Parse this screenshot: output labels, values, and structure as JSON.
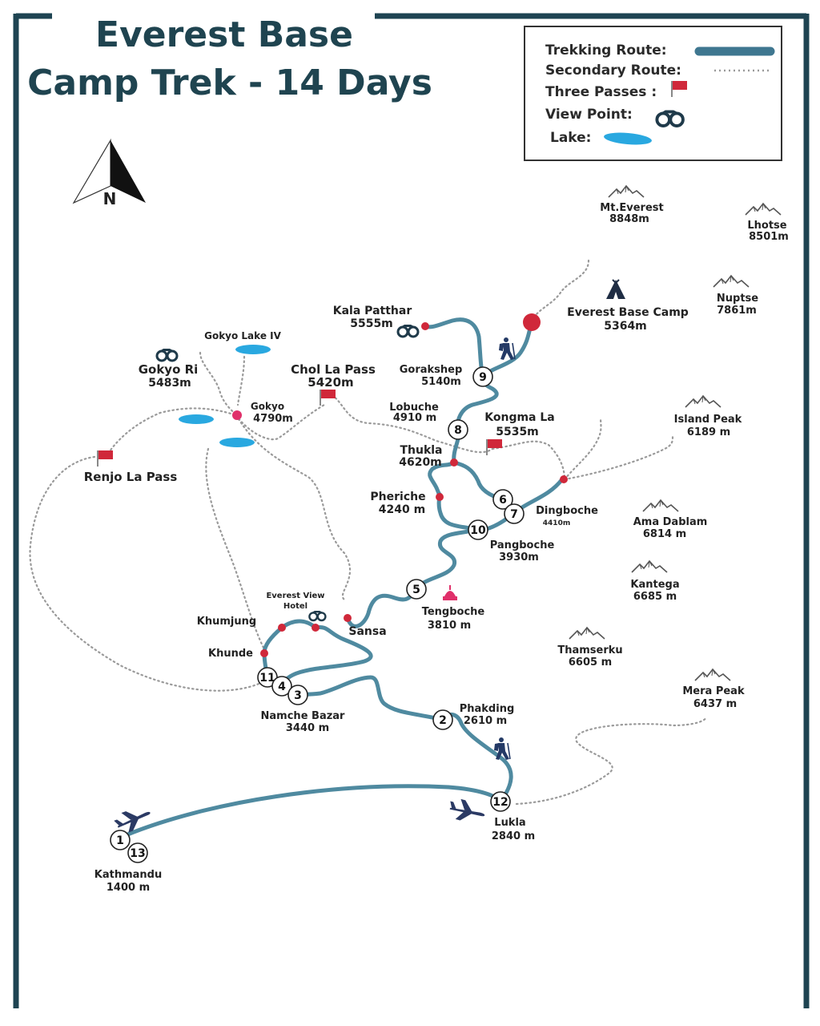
{
  "title": {
    "line1": "Everest Base",
    "line2": "Camp Trek - 14 Days"
  },
  "compass": {
    "label": "N"
  },
  "legend": {
    "trekking": "Trekking Route:",
    "secondary": "Secondary  Route:",
    "passes": "Three Passes :",
    "viewpoint": "View Point:",
    "lake": "Lake:"
  },
  "colors": {
    "route": "#4f8aa0",
    "secondary": "#9a9a9a",
    "flag": "#d0283a",
    "lake": "#29a8e0",
    "plane": "#2b3a64",
    "title": "#1f4450"
  },
  "stops": {
    "s1": "1",
    "s13": "13",
    "s2": "2",
    "s3": "3",
    "s4": "4",
    "s11": "11",
    "s5": "5",
    "s10": "10",
    "s6": "6",
    "s7": "7",
    "s8": "8",
    "s9": "9",
    "s12": "12"
  },
  "places": {
    "kathmandu": {
      "name": "Kathmandu",
      "alt": "1400 m"
    },
    "lukla": {
      "name": "Lukla",
      "alt": "2840 m"
    },
    "phakding": {
      "name": "Phakding",
      "alt": "2610 m"
    },
    "namche": {
      "name": "Namche Bazar",
      "alt": "3440 m"
    },
    "khunde": {
      "name": "Khunde"
    },
    "khumjung": {
      "name": "Khumjung"
    },
    "evhotel": {
      "name1": "Everest View",
      "name2": "Hotel"
    },
    "sansa": {
      "name": "Sansa"
    },
    "tengboche": {
      "name": "Tengboche",
      "alt": "3810 m"
    },
    "pangboche": {
      "name": "Pangboche",
      "alt": "3930m"
    },
    "dingboche": {
      "name": "Dingboche",
      "alt": "4410m"
    },
    "pheriche": {
      "name": "Pheriche",
      "alt": "4240 m"
    },
    "thukla": {
      "name": "Thukla",
      "alt": "4620m"
    },
    "lobuche": {
      "name": "Lobuche",
      "alt": "4910 m"
    },
    "kongmala": {
      "name": "Kongma La",
      "alt": "5535m"
    },
    "gorakshep": {
      "name": "Gorakshep",
      "alt": "5140m"
    },
    "kalapatthar": {
      "name": "Kala Patthar",
      "alt": "5555m"
    },
    "ebc": {
      "name": "Everest Base Camp",
      "alt": "5364m"
    },
    "cholapass": {
      "name": "Chol La Pass",
      "alt": "5420m"
    },
    "gokyo": {
      "name": "Gokyo",
      "alt": "4790m"
    },
    "gokyori": {
      "name": "Gokyo Ri",
      "alt": "5483m"
    },
    "gokyolake": {
      "name": "Gokyo Lake IV"
    },
    "renjola": {
      "name": "Renjo La Pass"
    }
  },
  "peaks": {
    "everest": {
      "name": "Mt.Everest",
      "alt": "8848m"
    },
    "lhotse": {
      "name": "Lhotse",
      "alt": "8501m"
    },
    "nuptse": {
      "name": "Nuptse",
      "alt": "7861m"
    },
    "island": {
      "name": "Island Peak",
      "alt": "6189 m"
    },
    "amadablam": {
      "name": "Ama Dablam",
      "alt": "6814 m"
    },
    "kantega": {
      "name": "Kantega",
      "alt": "6685 m"
    },
    "thamserku": {
      "name": "Thamserku",
      "alt": "6605 m"
    },
    "mera": {
      "name": "Mera Peak",
      "alt": "6437 m"
    }
  }
}
